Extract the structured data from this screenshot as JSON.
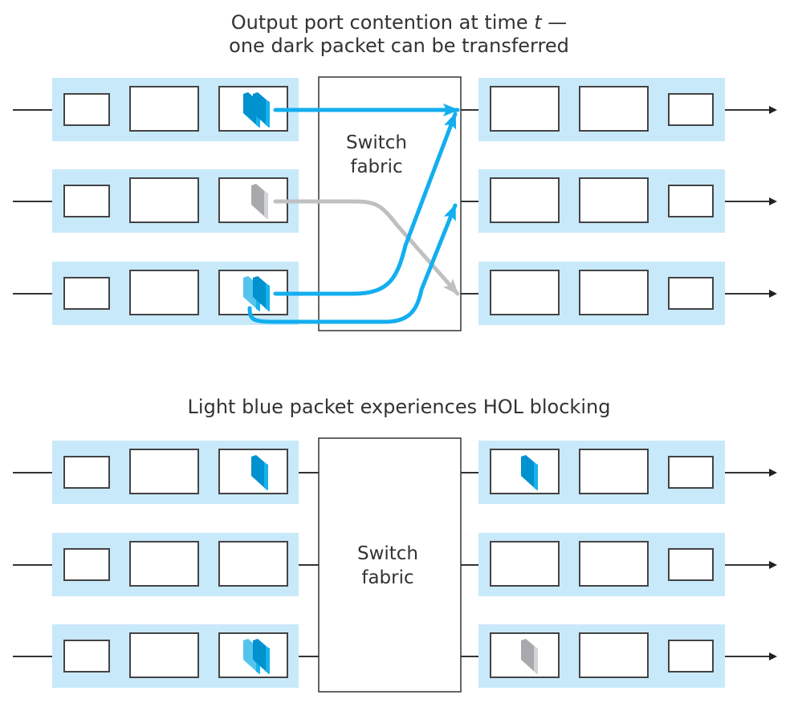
{
  "colors": {
    "port_band": "#c8e9fa",
    "box_border": "#444444",
    "line": "#333333",
    "dark_packet": "#0091cf",
    "dark_packet_edge": "#17b3ec",
    "light_packet": "#55c4ec",
    "gray_packet": "#a8a9ac",
    "gray_packet_edge": "#d2d3d5",
    "arrow_blue": "#13aeef",
    "arrow_gray": "#bfc0c2"
  },
  "panels": [
    {
      "id": "contention",
      "caption_line1": "Output port contention at time ",
      "caption_var": "t",
      "caption_dash": " —",
      "caption_line2": "one dark packet can be transferred",
      "fabric_label_line1": "Switch",
      "fabric_label_line2": "fabric",
      "inputs": [
        {
          "port": 1,
          "packets": [
            "dark",
            "dark"
          ]
        },
        {
          "port": 2,
          "packets": [
            "gray"
          ]
        },
        {
          "port": 3,
          "packets": [
            "light",
            "dark"
          ]
        }
      ],
      "outputs": [
        {
          "port": 1,
          "packets": []
        },
        {
          "port": 2,
          "packets": []
        },
        {
          "port": 3,
          "packets": []
        }
      ],
      "transfers": [
        {
          "from_input": 1,
          "to_output": 1,
          "color": "blue"
        },
        {
          "from_input": 2,
          "to_output": 3,
          "color": "gray"
        },
        {
          "from_input": 3,
          "to_output": 1,
          "color": "blue"
        },
        {
          "from_input": 3,
          "to_output": 2,
          "color": "blue"
        }
      ]
    },
    {
      "id": "hol-blocking",
      "caption_line1": "Light blue packet experiences HOL blocking",
      "fabric_label_line1": "Switch",
      "fabric_label_line2": "fabric",
      "inputs": [
        {
          "port": 1,
          "packets": [
            "dark"
          ]
        },
        {
          "port": 2,
          "packets": []
        },
        {
          "port": 3,
          "packets": [
            "light",
            "dark"
          ]
        }
      ],
      "outputs": [
        {
          "port": 1,
          "packets": [
            "dark"
          ]
        },
        {
          "port": 2,
          "packets": []
        },
        {
          "port": 3,
          "packets": [
            "gray"
          ]
        }
      ],
      "transfers": []
    }
  ]
}
